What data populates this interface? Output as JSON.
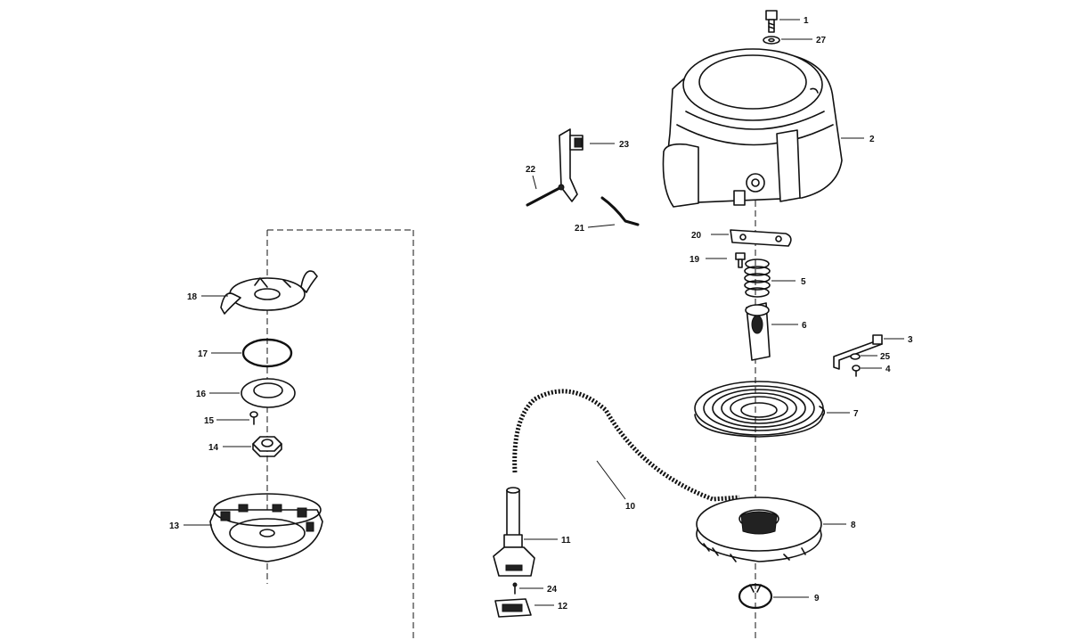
{
  "diagram": {
    "type": "exploded parts diagram",
    "subject": "recoil starter assembly",
    "parts": [
      {
        "id": "1",
        "label": "1",
        "depicts": "screw"
      },
      {
        "id": "2",
        "label": "2",
        "depicts": "starter housing"
      },
      {
        "id": "3",
        "label": "3",
        "depicts": "bracket"
      },
      {
        "id": "4",
        "label": "4",
        "depicts": "screw"
      },
      {
        "id": "5",
        "label": "5",
        "depicts": "spring"
      },
      {
        "id": "6",
        "label": "6",
        "depicts": "plunger"
      },
      {
        "id": "7",
        "label": "7",
        "depicts": "recoil spring"
      },
      {
        "id": "8",
        "label": "8",
        "depicts": "pulley"
      },
      {
        "id": "9",
        "label": "9",
        "depicts": "retaining ring"
      },
      {
        "id": "10",
        "label": "10",
        "depicts": "starter rope"
      },
      {
        "id": "11",
        "label": "11",
        "depicts": "handle"
      },
      {
        "id": "12",
        "label": "12",
        "depicts": "handle insert"
      },
      {
        "id": "13",
        "label": "13",
        "depicts": "cup"
      },
      {
        "id": "14",
        "label": "14",
        "depicts": "nut"
      },
      {
        "id": "15",
        "label": "15",
        "depicts": "screw"
      },
      {
        "id": "16",
        "label": "16",
        "depicts": "washer"
      },
      {
        "id": "17",
        "label": "17",
        "depicts": "ring"
      },
      {
        "id": "18",
        "label": "18",
        "depicts": "pawl plate"
      },
      {
        "id": "19",
        "label": "19",
        "depicts": "screw"
      },
      {
        "id": "20",
        "label": "20",
        "depicts": "plate"
      },
      {
        "id": "21",
        "label": "21",
        "depicts": "spring clip"
      },
      {
        "id": "22",
        "label": "22",
        "depicts": "pin"
      },
      {
        "id": "23",
        "label": "23",
        "depicts": "lockout lever"
      },
      {
        "id": "24",
        "label": "24",
        "depicts": "screw"
      },
      {
        "id": "25",
        "label": "25",
        "depicts": "washer"
      },
      {
        "id": "27",
        "label": "27",
        "depicts": "washer"
      }
    ]
  }
}
